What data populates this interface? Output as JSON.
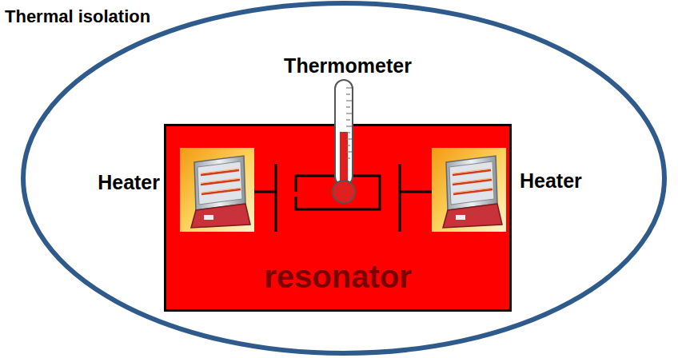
{
  "diagram": {
    "nodes": [
      {
        "text": [
          "Thermal isolation"
        ]
      },
      {
        "text": [
          "resonator"
        ],
        "in": 0
      }
    ],
    "labels": [
      "Thermometer",
      "Heater",
      "Heater"
    ]
  }
}
